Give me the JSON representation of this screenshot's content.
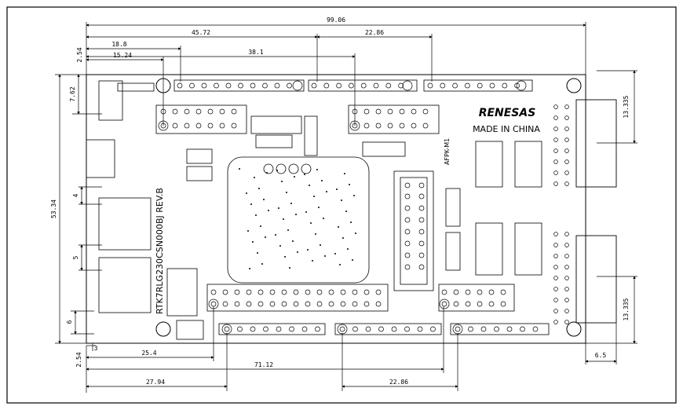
{
  "drawing": {
    "board": {
      "brand": "RENESAS",
      "origin": "MADE IN CHINA",
      "part_number": "RTK7RLG230CSN000BJ REV.B",
      "small_marking": "AFPK-M1"
    },
    "dimensions": {
      "overall_width": "99.06",
      "spacing_45_72": "45.72",
      "spacing_22_86_top": "22.86",
      "spacing_18_8": "18.8",
      "spacing_38_1": "38.1",
      "spacing_15_24": "15.24",
      "left_2_54_top": "2.54",
      "left_7_62": "7.62",
      "overall_height": "53.34",
      "left_4": "4",
      "left_5": "5",
      "left_6": "6",
      "left_3": "3",
      "left_2_54_bottom": "2.54",
      "bottom_25_4": "25.4",
      "bottom_71_12": "71.12",
      "bottom_27_94": "27.94",
      "bottom_22_86": "22.86",
      "right_13_335_top": "13.335",
      "right_13_335_bottom": "13.335",
      "right_6_5": "6.5"
    }
  }
}
